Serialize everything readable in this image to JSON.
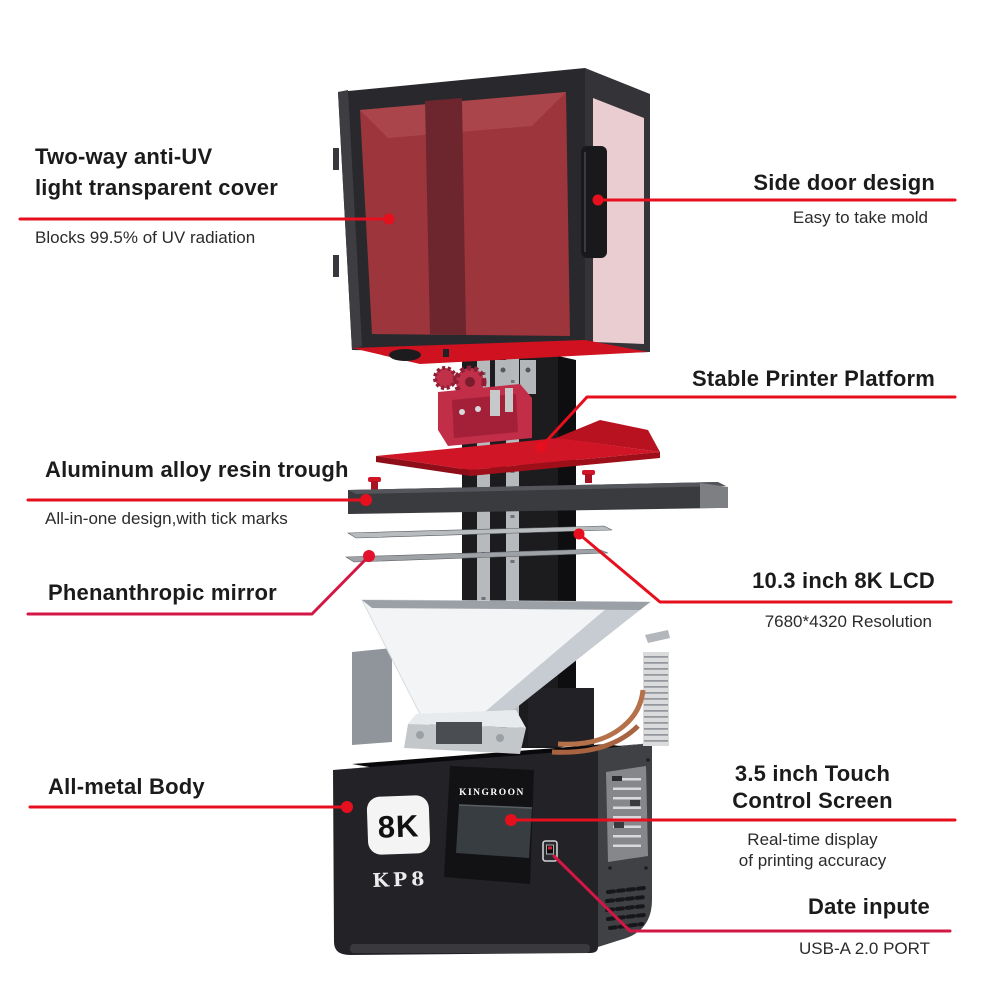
{
  "colors": {
    "accent_red": "#e60f1e",
    "crimson_line": "#d31745",
    "cover_red": "#9c353c",
    "plate_red": "#d01527",
    "title_text": "#1b1b1b",
    "subtitle_text": "#2b2b2b"
  },
  "callouts": {
    "cover": {
      "title": "Two-way anti-UV\nlight transparent cover",
      "subtitle": "Blocks 99.5% of UV radiation"
    },
    "side_door": {
      "title": "Side door design",
      "subtitle": "Easy to take mold"
    },
    "platform": {
      "title": "Stable Printer Platform"
    },
    "resin_trough": {
      "title": "Aluminum alloy resin trough",
      "subtitle": "All-in-one design,with tick marks"
    },
    "mirror": {
      "title": "Phenanthropic mirror"
    },
    "lcd": {
      "title": "10.3 inch 8K LCD",
      "subtitle": "7680*4320 Resolution"
    },
    "metal_body": {
      "title": "All-metal Body"
    },
    "touch_screen": {
      "title": "3.5 inch Touch\nControl Screen",
      "subtitle": "Real-time display\nof printing accuracy"
    },
    "data_input": {
      "title": "Date inpute",
      "subtitle": "USB-A 2.0 PORT"
    }
  },
  "printer": {
    "brand": "KINGROON",
    "badge": "8K",
    "model": "KP8"
  }
}
